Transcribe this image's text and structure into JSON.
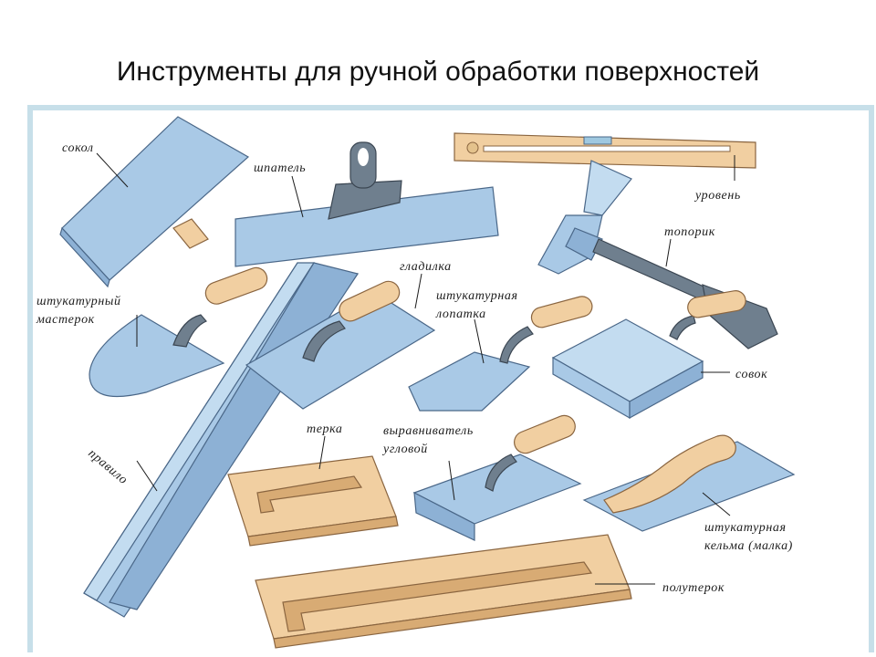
{
  "title": "Инструменты для ручной обработки поверхностей",
  "labels": {
    "sokol": "сокол",
    "shpatel": "шпатель",
    "uroven": "уровень",
    "toporik": "топорик",
    "gladilka": "гладилка",
    "master_line1": "штукатурный",
    "master_line2": "мастерок",
    "lopatka_line1": "штукатурная",
    "lopatka_line2": "лопатка",
    "sovok": "совок",
    "pravilo": "правило",
    "terka": "терка",
    "vyravn_line1": "выравниватель",
    "vyravn_line2": "угловой",
    "kelma_line1": "штукатурная",
    "kelma_line2": "кельма (малка)",
    "poluterok": "полутерок"
  },
  "colors": {
    "frame": "#c7dfe9",
    "metal": "#a9c9e6",
    "wood": "#f1cfa1"
  }
}
